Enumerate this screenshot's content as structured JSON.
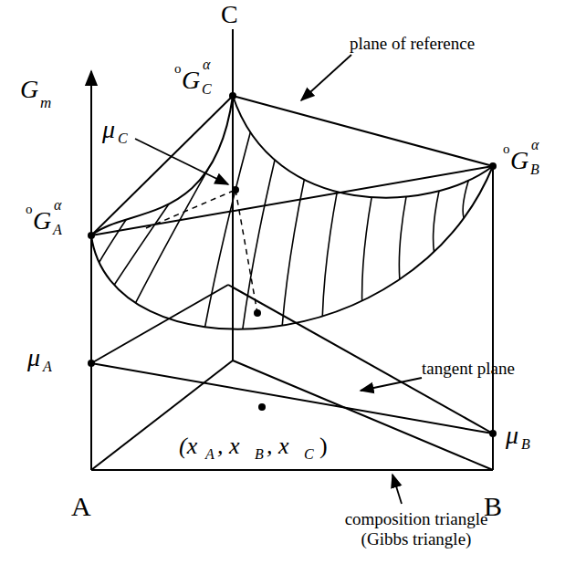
{
  "diagram": {
    "labels": [
      "G",
      "m",
      "C",
      "o",
      "G",
      "C",
      "α",
      "plane of reference",
      "o",
      "G",
      "B",
      "α",
      "μ",
      "C",
      "o",
      "G",
      "A",
      "α",
      "tangent plane",
      "μ",
      "A",
      "(x",
      "A",
      ", x",
      "B",
      ", x",
      "C",
      ")",
      "μ",
      "B",
      "A",
      "B",
      "composition triangle (Gibbs triangle)"
    ]
  }
}
